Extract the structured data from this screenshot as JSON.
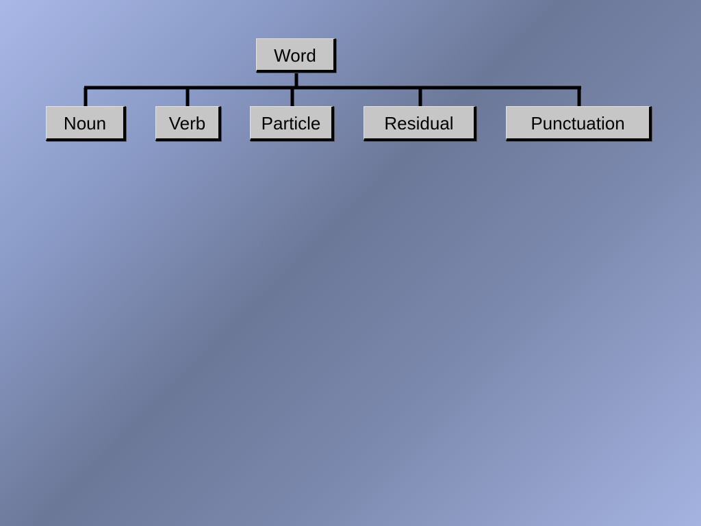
{
  "diagram": {
    "root": {
      "label": "Word"
    },
    "children": [
      {
        "label": "Noun"
      },
      {
        "label": "Verb"
      },
      {
        "label": "Particle"
      },
      {
        "label": "Residual"
      },
      {
        "label": "Punctuation"
      }
    ]
  },
  "colors": {
    "node_fill": "#c6c6c6",
    "connector": "#000000"
  }
}
